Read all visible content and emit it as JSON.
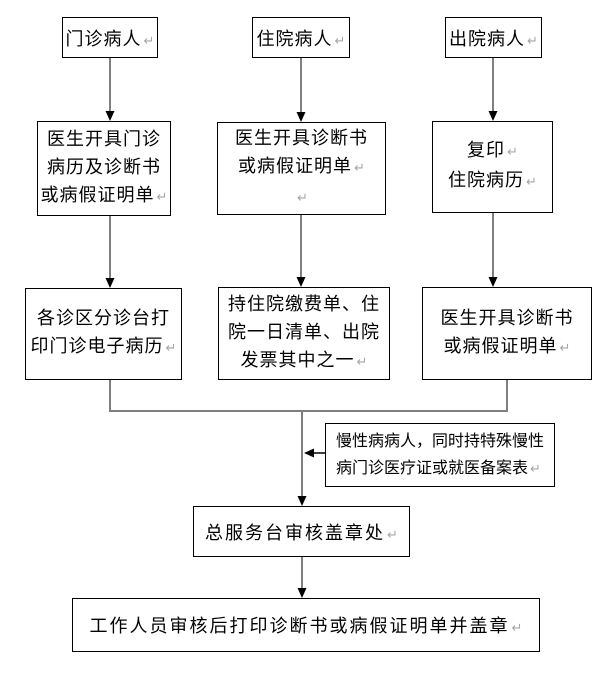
{
  "return_mark": "↵",
  "colors": {
    "line_gray": "#7f7f7f",
    "arrow_black": "#000000",
    "box_border": "#000000",
    "text_black": "#000000",
    "mark_gray": "#a6a6a6",
    "background": "#ffffff"
  },
  "nodes": {
    "outpatient": {
      "label": "门诊病人"
    },
    "inpatient": {
      "label": "住院病人"
    },
    "discharged": {
      "label": "出院病人"
    },
    "outpatient_doctor": {
      "lines": [
        "医生开具门诊",
        "病历及诊断书",
        "或病假证明单"
      ]
    },
    "inpatient_doctor": {
      "lines": [
        "医生开具诊断书",
        "或病假证明单"
      ]
    },
    "copy_record": {
      "lines": [
        "复印",
        "住院病历"
      ]
    },
    "triage_print": {
      "lines": [
        "各诊区分诊台打",
        "印门诊电子病历"
      ]
    },
    "inpatient_docs": {
      "lines": [
        "持住院缴费单、住",
        "院一日清单、出院",
        "发票其中之一"
      ]
    },
    "discharged_doctor": {
      "lines": [
        "医生开具诊断书",
        "或病假证明单"
      ]
    },
    "chronic_note": {
      "lines": [
        "慢性病病人，同时持特殊慢性",
        "病门诊医疗证或就医备案表"
      ]
    },
    "service_desk": {
      "label": "总服务台审核盖章处"
    },
    "final_step": {
      "label": "工作人员审核后打印诊断书或病假证明单并盖章"
    }
  }
}
